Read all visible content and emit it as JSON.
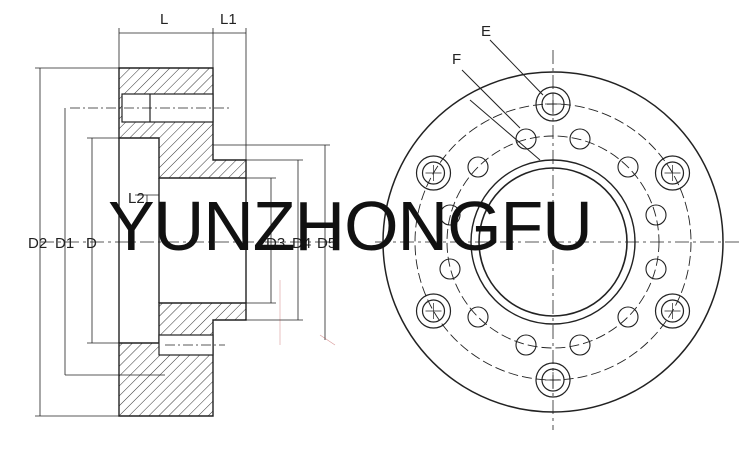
{
  "drawing": {
    "watermark": "YUNZHONGFU",
    "section_view": {
      "top_dimensions": [
        "L",
        "L1"
      ],
      "left_dimensions": [
        "D2",
        "D1",
        "D"
      ],
      "right_dimensions": [
        "D3",
        "D4",
        "D5"
      ],
      "inner_label": "L2"
    },
    "face_view": {
      "callouts": [
        "E",
        "F"
      ],
      "large_bolt_holes": 6,
      "small_bolt_holes": 12
    },
    "line_color": "#222222",
    "dimension_accent_color": "#b03030"
  }
}
